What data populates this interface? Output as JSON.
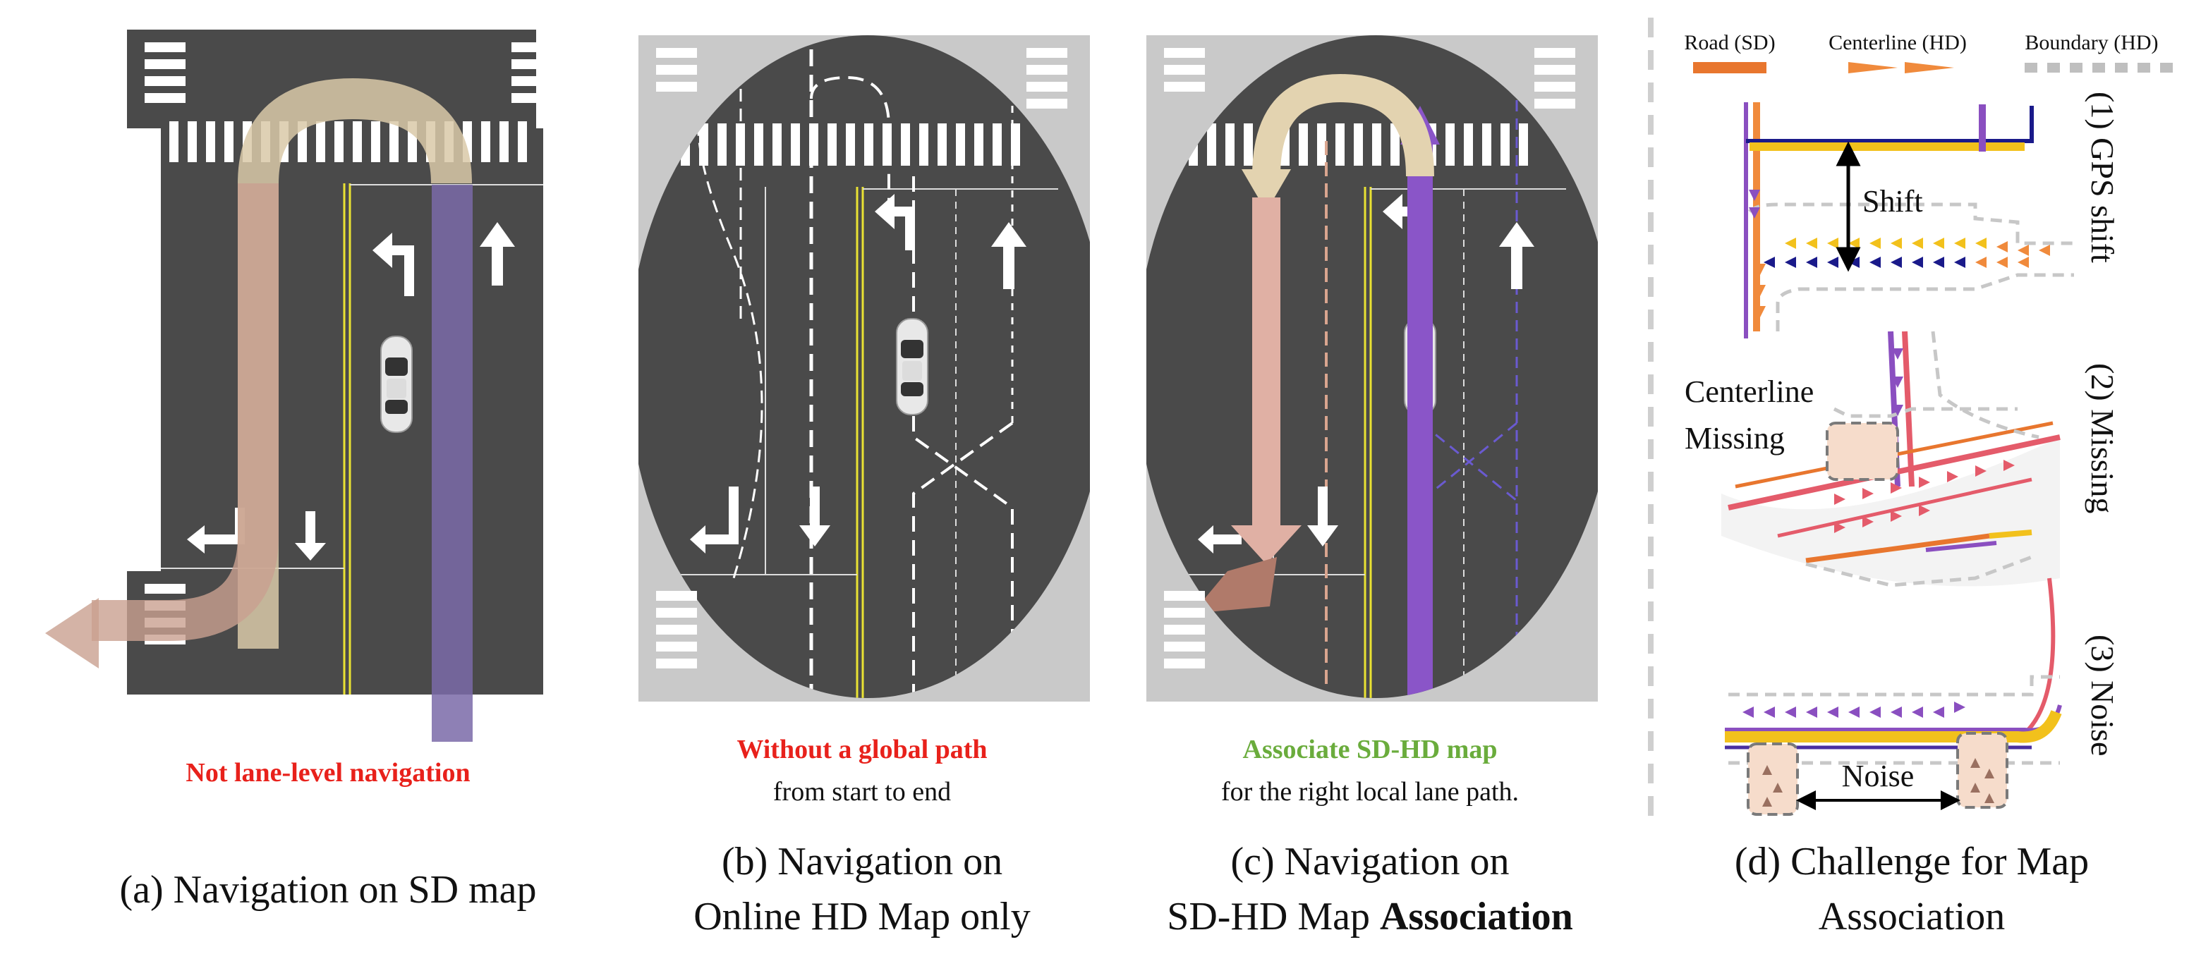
{
  "panel_a": {
    "note": "Not lane-level navigation",
    "caption": "(a) Navigation on SD map"
  },
  "panel_b": {
    "note_red": "Without a global path",
    "note_black": "from start to end",
    "caption_line1": "(b) Navigation on",
    "caption_line2": "Online HD Map only"
  },
  "panel_c": {
    "note_green": "Associate SD-HD map",
    "note_black": "for the right local lane path.",
    "caption_line1": "(c) Navigation on",
    "caption_line2_regular": "SD-HD Map ",
    "caption_line2_bold": "Association"
  },
  "panel_d": {
    "legend": {
      "road": "Road (SD)",
      "centerline": "Centerline (HD)",
      "boundary": "Boundary (HD)"
    },
    "row1_label": "(1) GPS shift",
    "row1_annotation": "Shift",
    "row2_label": "(2) Missing",
    "row2_annotation_line1": "Centerline",
    "row2_annotation_line2": "Missing",
    "row3_label": "(3) Noise",
    "row3_annotation": "Noise",
    "caption_line1": "(d) Challenge for Map",
    "caption_line2": "Association"
  },
  "colors": {
    "road_sd": "#e8762e",
    "centerline_hd": "#f08a3c",
    "boundary_hd": "#bfbfbf",
    "asphalt": "#4a4a4a",
    "path_purple": "#7a4fc0",
    "path_brown": "#d9a58f",
    "note_red": "#e8211b",
    "note_green": "#6aac3c"
  }
}
